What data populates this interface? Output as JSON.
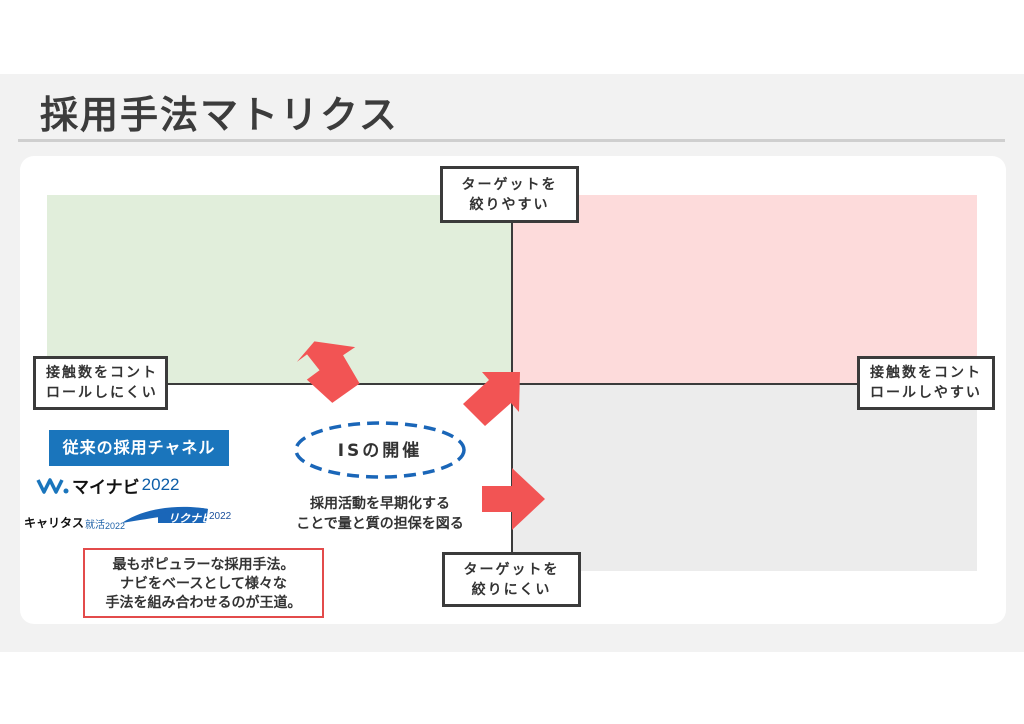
{
  "title": "採用手法マトリクス",
  "axis_labels": {
    "top": [
      "ターゲットを",
      "絞りやすい"
    ],
    "bottom": [
      "ターゲットを",
      "絞りにくい"
    ],
    "left": [
      "接触数をコント",
      "ロールしにくい"
    ],
    "right": [
      "接触数をコント",
      "ロールしやすい"
    ]
  },
  "quadrant_colors": {
    "top_left": "#e1eedb",
    "top_right": "#fddbdb",
    "bottom_left": "#ffffff",
    "bottom_right": "#ececec",
    "arrow": "#f25454",
    "accent_blue": "#1a75bc"
  },
  "channels": {
    "badge": "従来の採用チャネル",
    "logos": {
      "mynavi": {
        "text": "マイナビ",
        "year": "2022"
      },
      "caritas": {
        "text": "キャリタス",
        "suffix": "就活",
        "year": "2022"
      },
      "rikunabi": {
        "text": "リクナビ",
        "year": "2022"
      }
    },
    "note": [
      "最もポピュラーな採用手法。",
      "ナビをベースとして様々な",
      "手法を組み合わせるのが王道。"
    ]
  },
  "is_event": {
    "label": "ISの開催",
    "description": [
      "採用活動を早期化する",
      "ことで量と質の担保を図る"
    ]
  },
  "icons": [
    "arrow-up-icon",
    "arrow-up-right-icon",
    "arrow-right-icon"
  ]
}
